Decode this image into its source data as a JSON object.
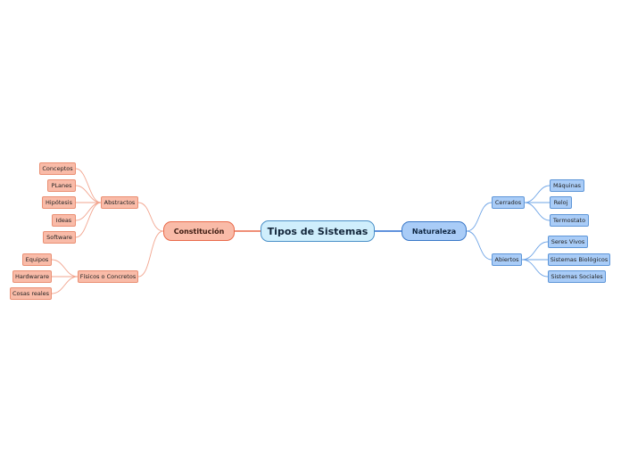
{
  "central": {
    "title": "Tipos de Sistemas"
  },
  "constitucion": {
    "label": "Constitución",
    "abstractos": {
      "label": "Abstractos",
      "items": [
        "Conceptos",
        "PLanes",
        "Hipótesis",
        "Ideas",
        "Software"
      ]
    },
    "fisicos": {
      "label": "Físicos o Concretos",
      "items": [
        "Equipos",
        "Hardwarare",
        "Cosas reales"
      ]
    }
  },
  "naturaleza": {
    "label": "Naturaleza",
    "cerrados": {
      "label": "Cerrados",
      "items": [
        "Máquinas",
        "Reloj",
        "Termostato"
      ]
    },
    "abiertos": {
      "label": "Abiertos",
      "items": [
        "Seres Vivos",
        "Sistemas Biológicos",
        "Sistemas Sociales"
      ]
    }
  },
  "colors": {
    "left_line": "#ea6a4a",
    "left_fill": "#f9bba8",
    "right_line": "#2b6fd0",
    "right_fill": "#a9ccf7",
    "central_fill": "#cfeefc"
  }
}
